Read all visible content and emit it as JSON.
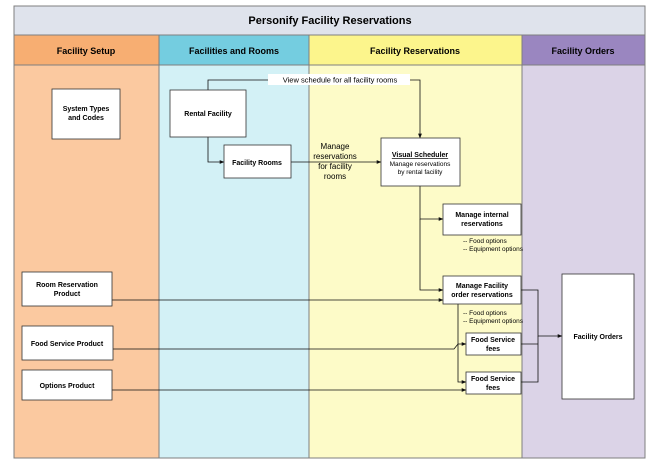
{
  "title": "Personify Facility Reservations",
  "lanes": [
    {
      "label": "Facility Setup",
      "color": "#fbc9a0",
      "header_color": "#f7ae72"
    },
    {
      "label": "Facilities and Rooms",
      "color": "#d3f1f6",
      "header_color": "#74cde0"
    },
    {
      "label": "Facility Reservations",
      "color": "#fdfbc8",
      "header_color": "#fcf58c"
    },
    {
      "label": "Facility Orders",
      "color": "#dbd3e7",
      "header_color": "#9a86c0"
    }
  ],
  "boxes": {
    "system_types": [
      "System Types",
      "and Codes"
    ],
    "rental_facility": [
      "Rental Facility"
    ],
    "facility_rooms": [
      "Facility Rooms"
    ],
    "visual_scheduler_title": "Visual Scheduler",
    "visual_scheduler_sub": [
      "Manage reservations",
      "by rental facility"
    ],
    "internal_res": [
      "Manage internal",
      "reservations"
    ],
    "facility_order_res": [
      "Manage Facility",
      "order reservations"
    ],
    "room_product": [
      "Room Reservation",
      "Product"
    ],
    "food_product": [
      "Food Service Product"
    ],
    "options_product": [
      "Options Product"
    ],
    "food_fees_1": [
      "Food Service",
      "fees"
    ],
    "food_fees_2": [
      "Food Service",
      "fees"
    ],
    "facility_orders": [
      "Facility Orders"
    ]
  },
  "annotations": {
    "view_schedule": "View schedule for all facility rooms",
    "manage_rooms": [
      "Manage",
      "reservations",
      "for facility",
      "rooms"
    ],
    "options_1": [
      "-- Food options",
      "-- Equipment options"
    ],
    "options_2": [
      "-- Food options",
      "-- Equipment options"
    ]
  }
}
